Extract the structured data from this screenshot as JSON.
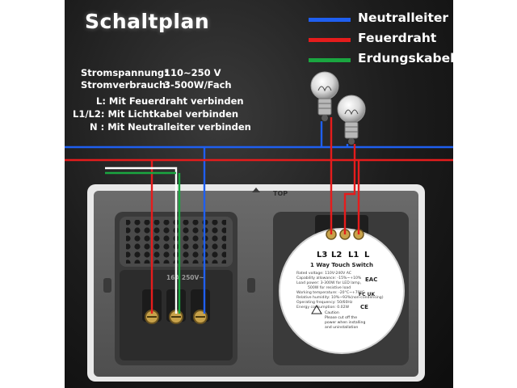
{
  "title": "Schaltplan",
  "specs": [
    {
      "label": "Stromspannung:",
      "value": "110~250 V"
    },
    {
      "label": "Stromverbrauch:",
      "value": "3-500W/Fach"
    }
  ],
  "connections": [
    "L: Mit Feuerdraht verbinden",
    "L1/L2: Mit Lichtkabel verbinden",
    "N : Mit Neutralleiter verbinden"
  ],
  "legend": [
    {
      "label": "Neutralleiter",
      "color": "#1f5ff0"
    },
    {
      "label": "Feuerdraht",
      "color": "#e51c1c"
    },
    {
      "label": "Erdungskabel",
      "color": "#1aa640"
    }
  ],
  "device": {
    "top_mark": "TOP",
    "terminals": [
      "L3",
      "L2",
      "L1",
      "L"
    ],
    "switch_model": "1 Way Touch Switch",
    "socket_rating": "16A 250V~",
    "switch_specs": [
      "Rated voltage: 110V-240V AC",
      "Capability allowance: -15%~+10%",
      "Load power: 3-300W for LED lamp,",
      "500W for resistive load",
      "Working temperature: -20°C~+70°C",
      "Relative humidity: 10%~93%(non-condensing)",
      "Operating frequency: 50/60Hz",
      "Energy consumption: 0.02W"
    ],
    "caution": [
      "Caution",
      "Please cut off the",
      "power when installing",
      "and uninstallation"
    ]
  }
}
